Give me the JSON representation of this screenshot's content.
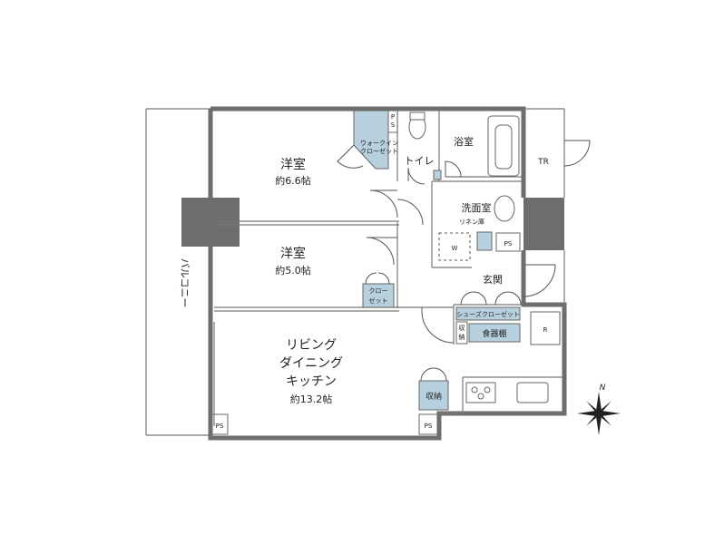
{
  "rooms": {
    "western1": {
      "name": "洋室",
      "size": "約6.6帖"
    },
    "western2": {
      "name": "洋室",
      "size": "約5.0帖"
    },
    "ldk": {
      "line1": "リビング",
      "line2": "ダイニング",
      "line3": "キッチン",
      "size": "約13.2帖"
    },
    "bath": "浴室",
    "toilet": "トイレ",
    "washroom": "洗面室",
    "entrance": "玄関",
    "balcony": "バルコニー"
  },
  "storage": {
    "walkin_line1": "ウォークイン",
    "walkin_line2": "クローゼット",
    "closet_line1": "クロー",
    "closet_line2": "ゼット",
    "linen": "リネン庫",
    "shoes": "シューズクローゼット",
    "cupboard": "食器棚",
    "small_line1": "収",
    "small_line2": "納",
    "kitchen_storage": "収納"
  },
  "marks": {
    "ps": "PS",
    "ps_top_line1": "P",
    "ps_top_line2": "S",
    "tr": "TR",
    "washer": "W",
    "fridge": "R"
  },
  "compass": {
    "north": "N"
  }
}
